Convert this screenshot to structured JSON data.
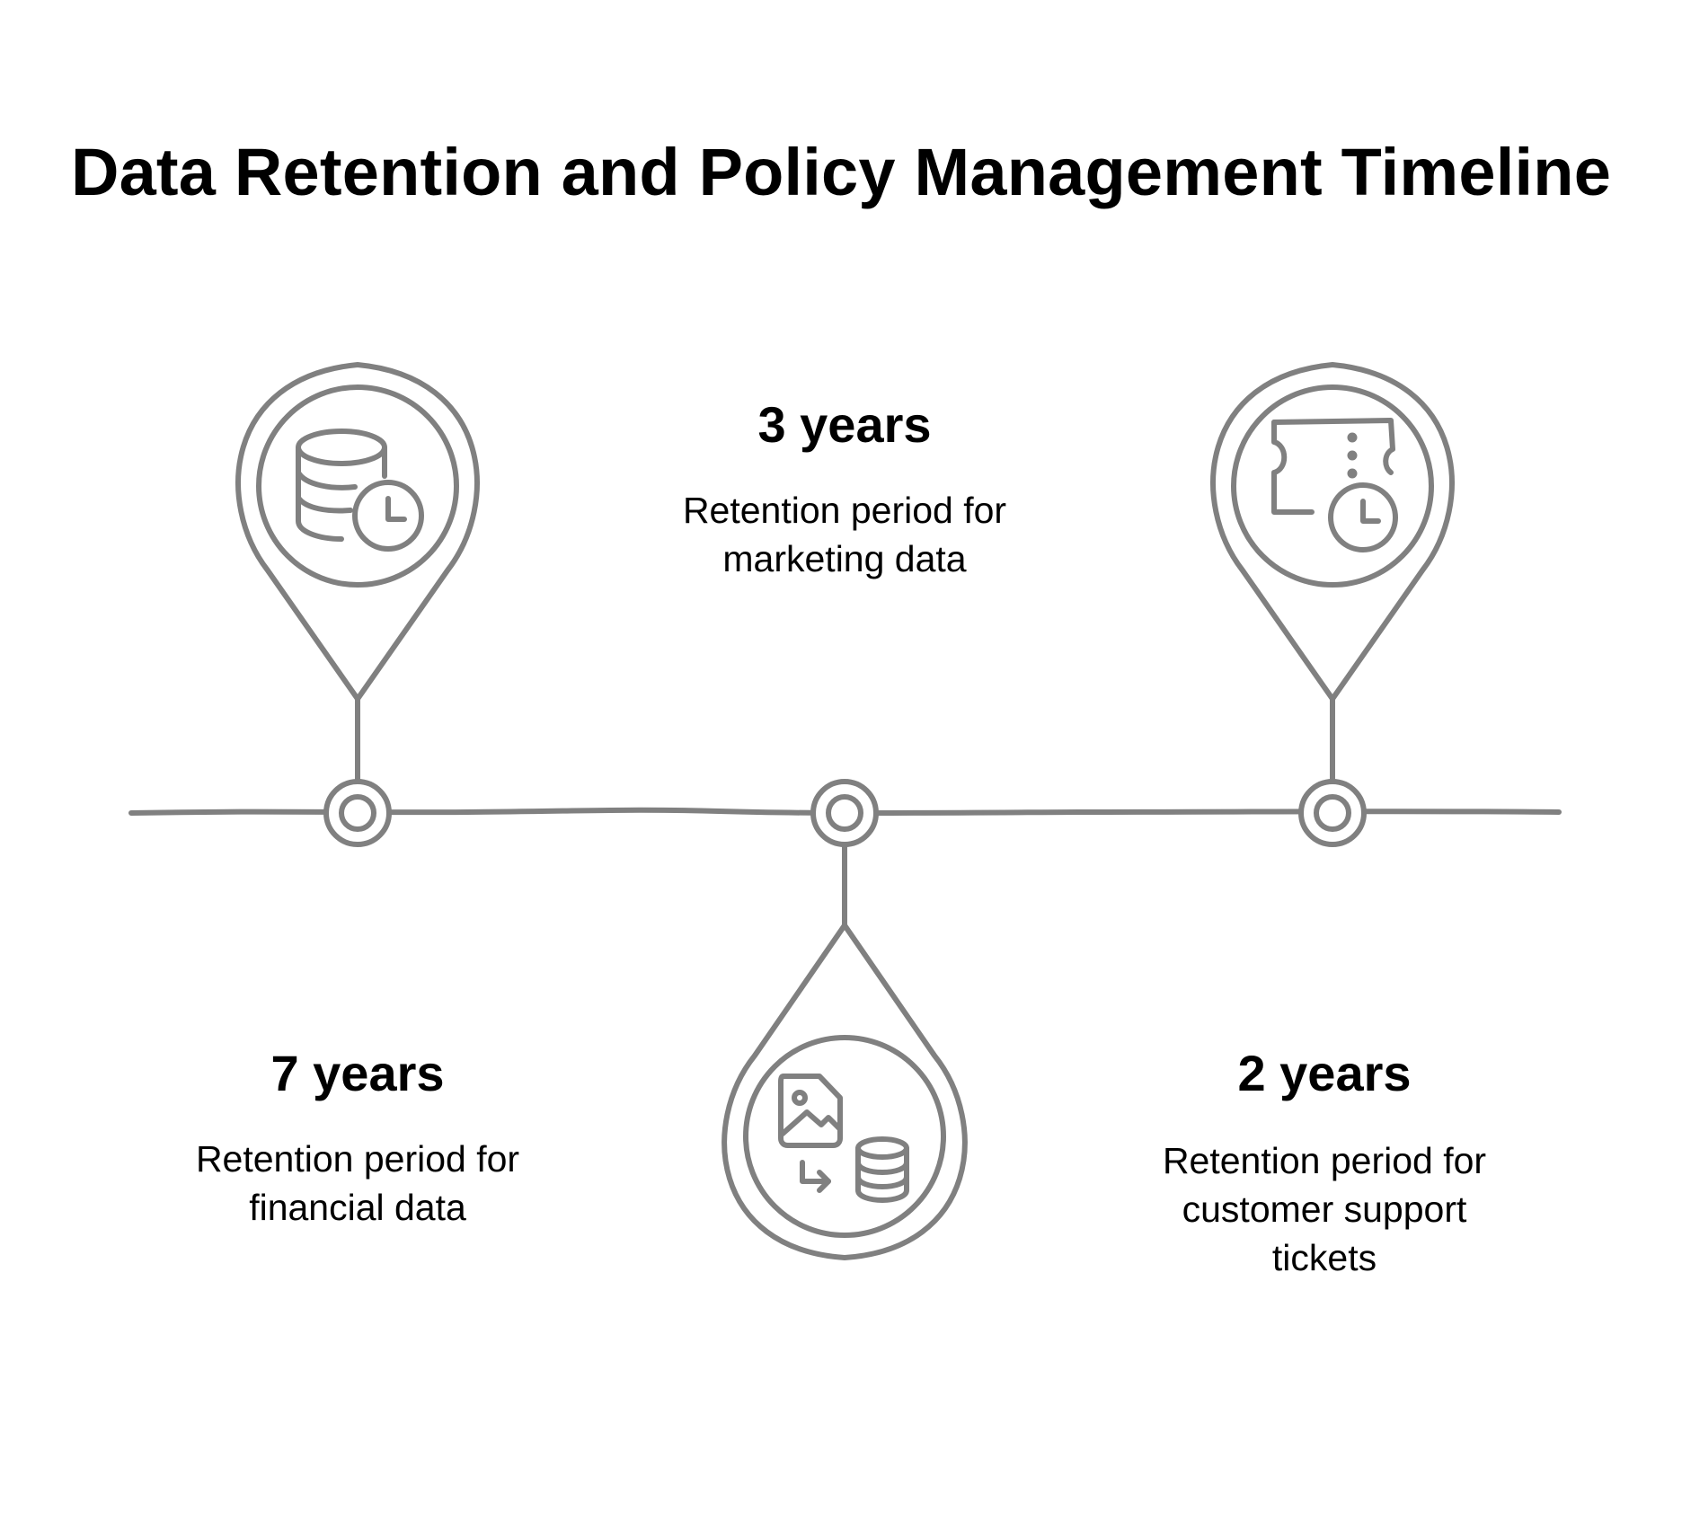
{
  "title": "Data Retention and Policy Management Timeline",
  "milestones": [
    {
      "period": "7 years",
      "description": "Retention period for financial data",
      "icon": "database-clock-icon",
      "pin_side": "above"
    },
    {
      "period": "3 years",
      "description": "Retention period for marketing data",
      "icon": "image-to-database-icon",
      "pin_side": "below"
    },
    {
      "period": "2 years",
      "description": "Retention period for customer support tickets",
      "icon": "ticket-clock-icon",
      "pin_side": "above"
    }
  ],
  "colors": {
    "stroke": "#808080",
    "text": "#000000",
    "background": "#ffffff"
  }
}
